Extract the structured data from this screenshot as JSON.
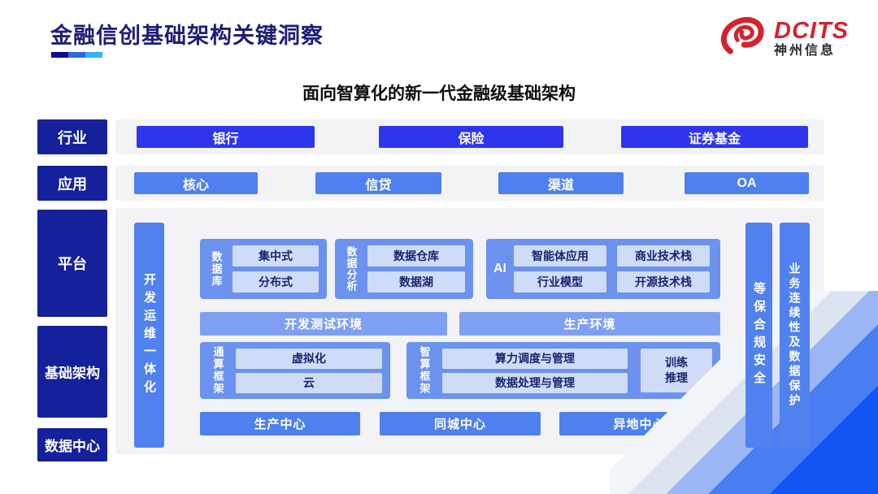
{
  "header": {
    "title": "金融信创基础架构关键洞察",
    "logo_brand": "DCITS",
    "logo_company": "神州信息"
  },
  "subtitle": "面向智算化的新一代金融级基础架构",
  "rail": {
    "industry": "行业",
    "application": "应用",
    "platform": "平台",
    "infrastructure": "基础架构",
    "datacenter": "数据中心"
  },
  "industry": {
    "items": [
      "银行",
      "保险",
      "证券基金"
    ]
  },
  "application": {
    "items": [
      "核心",
      "信贷",
      "渠道",
      "OA"
    ]
  },
  "panel": {
    "devops": "开发运维一体化",
    "database": {
      "label": "数据库",
      "items": [
        "集中式",
        "分布式"
      ]
    },
    "analytics": {
      "label": "数据分析",
      "items": [
        "数据仓库",
        "数据湖"
      ]
    },
    "ai": {
      "label": "AI",
      "items": [
        "智能体应用",
        "商业技术栈",
        "行业模型",
        "开源技术栈"
      ]
    },
    "environments": [
      "开发测试环境",
      "生产环境"
    ],
    "general": {
      "label": "通算框架",
      "items": [
        "虚拟化",
        "云"
      ]
    },
    "intelligent": {
      "label": "智算框架",
      "items": [
        "算力调度与管理",
        "数据处理与管理"
      ],
      "side": "训练\n推理"
    },
    "centers": [
      "生产中心",
      "同城中心",
      "异地中心"
    ],
    "security": "等保合规安全",
    "continuity": "业务连续性及数据保护"
  },
  "colors": {
    "title_navy": "#1e1e78",
    "rail_navy": "#14219b",
    "industry_blue": "#2e36ed",
    "app_blue": "#4e80ef",
    "group_blue": "#6b92ee",
    "env_blue": "#7fa0f2",
    "chip_blue": "#cfdcf8",
    "logo_red": "#d5212e",
    "underline": [
      "#0b0b96",
      "#2a68e0",
      "#33b3f1"
    ],
    "corner_stripes": [
      "#f2f5fa",
      "#dde4f1",
      "#9cb5f5",
      "#4a7df1",
      "#1156f3"
    ]
  }
}
